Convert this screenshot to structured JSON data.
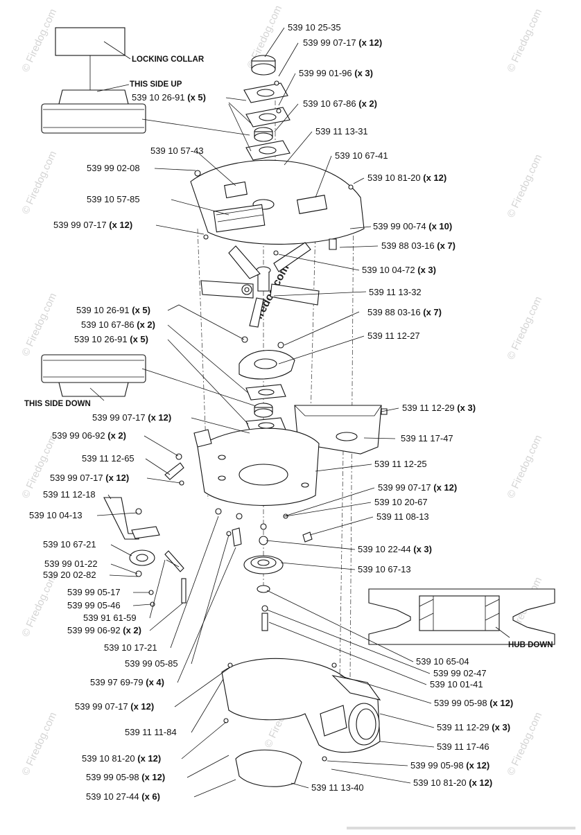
{
  "captions": {
    "locking_collar": "LOCKING COLLAR",
    "this_side_up": "THIS SIDE UP",
    "this_side_down": "THIS SIDE DOWN",
    "hub_down": "HUB DOWN"
  },
  "watermark": "© Firedog.com",
  "center_watermark": "Firedog.com",
  "callouts": [
    {
      "part": "539 10 25-35",
      "qty": ""
    },
    {
      "part": "539 99 07-17",
      "qty": "(x 12)"
    },
    {
      "part": "539 99 01-96",
      "qty": "(x 3)"
    },
    {
      "part": "539 10 26-91",
      "qty": "(x 5)"
    },
    {
      "part": "539 10 67-86",
      "qty": "(x 2)"
    },
    {
      "part": "539 11 13-31",
      "qty": ""
    },
    {
      "part": "539 10 57-43",
      "qty": ""
    },
    {
      "part": "539 10 67-41",
      "qty": ""
    },
    {
      "part": "539 99 02-08",
      "qty": ""
    },
    {
      "part": "539 10 81-20",
      "qty": "(x 12)"
    },
    {
      "part": "539 10 57-85",
      "qty": ""
    },
    {
      "part": "539 99 07-17",
      "qty": "(x 12)"
    },
    {
      "part": "539 99 00-74",
      "qty": "(x 10)"
    },
    {
      "part": "539 88 03-16",
      "qty": "(x 7)"
    },
    {
      "part": "539 10 04-72",
      "qty": "(x 3)"
    },
    {
      "part": "539 11 13-32",
      "qty": ""
    },
    {
      "part": "539 10 26-91",
      "qty": "(x 5)"
    },
    {
      "part": "539 88 03-16",
      "qty": "(x 7)"
    },
    {
      "part": "539 10 67-86",
      "qty": "(x 2)"
    },
    {
      "part": "539 10 26-91",
      "qty": "(x 5)"
    },
    {
      "part": "539 11 12-27",
      "qty": ""
    },
    {
      "part": "539 11 12-29",
      "qty": "(x 3)"
    },
    {
      "part": "539 99 07-17",
      "qty": "(x 12)"
    },
    {
      "part": "539 11 17-47",
      "qty": ""
    },
    {
      "part": "539 99 06-92",
      "qty": "(x 2)"
    },
    {
      "part": "539 11 12-65",
      "qty": ""
    },
    {
      "part": "539 11 12-25",
      "qty": ""
    },
    {
      "part": "539 99 07-17",
      "qty": "(x 12)"
    },
    {
      "part": "539 99 07-17",
      "qty": "(x 12)"
    },
    {
      "part": "539 11 12-18",
      "qty": ""
    },
    {
      "part": "539 10 20-67",
      "qty": ""
    },
    {
      "part": "539 10 04-13",
      "qty": ""
    },
    {
      "part": "539 11 08-13",
      "qty": ""
    },
    {
      "part": "539 10 67-21",
      "qty": ""
    },
    {
      "part": "539 10 22-44",
      "qty": "(x 3)"
    },
    {
      "part": "539 99 01-22",
      "qty": ""
    },
    {
      "part": "539 10 67-13",
      "qty": ""
    },
    {
      "part": "539 20 02-82",
      "qty": ""
    },
    {
      "part": "539 99 05-17",
      "qty": ""
    },
    {
      "part": "539 99 05-46",
      "qty": ""
    },
    {
      "part": "539 91 61-59",
      "qty": ""
    },
    {
      "part": "539 99 06-92",
      "qty": "(x 2)"
    },
    {
      "part": "539 10 17-21",
      "qty": ""
    },
    {
      "part": "539 99 05-85",
      "qty": ""
    },
    {
      "part": "539 10 65-04",
      "qty": ""
    },
    {
      "part": "539 99 02-47",
      "qty": ""
    },
    {
      "part": "539 97 69-79",
      "qty": "(x 4)"
    },
    {
      "part": "539 10 01-41",
      "qty": ""
    },
    {
      "part": "539 99 07-17",
      "qty": "(x 12)"
    },
    {
      "part": "539 99 05-98",
      "qty": "(x 12)"
    },
    {
      "part": "539 11 12-29",
      "qty": "(x 3)"
    },
    {
      "part": "539 11 11-84",
      "qty": ""
    },
    {
      "part": "539 11 17-46",
      "qty": ""
    },
    {
      "part": "539 10 81-20",
      "qty": "(x 12)"
    },
    {
      "part": "539 99 05-98",
      "qty": "(x 12)"
    },
    {
      "part": "539 99 05-98",
      "qty": "(x 12)"
    },
    {
      "part": "539 10 81-20",
      "qty": "(x 12)"
    },
    {
      "part": "539 10 27-44",
      "qty": "(x 6)"
    },
    {
      "part": "539 11 13-40",
      "qty": ""
    }
  ]
}
